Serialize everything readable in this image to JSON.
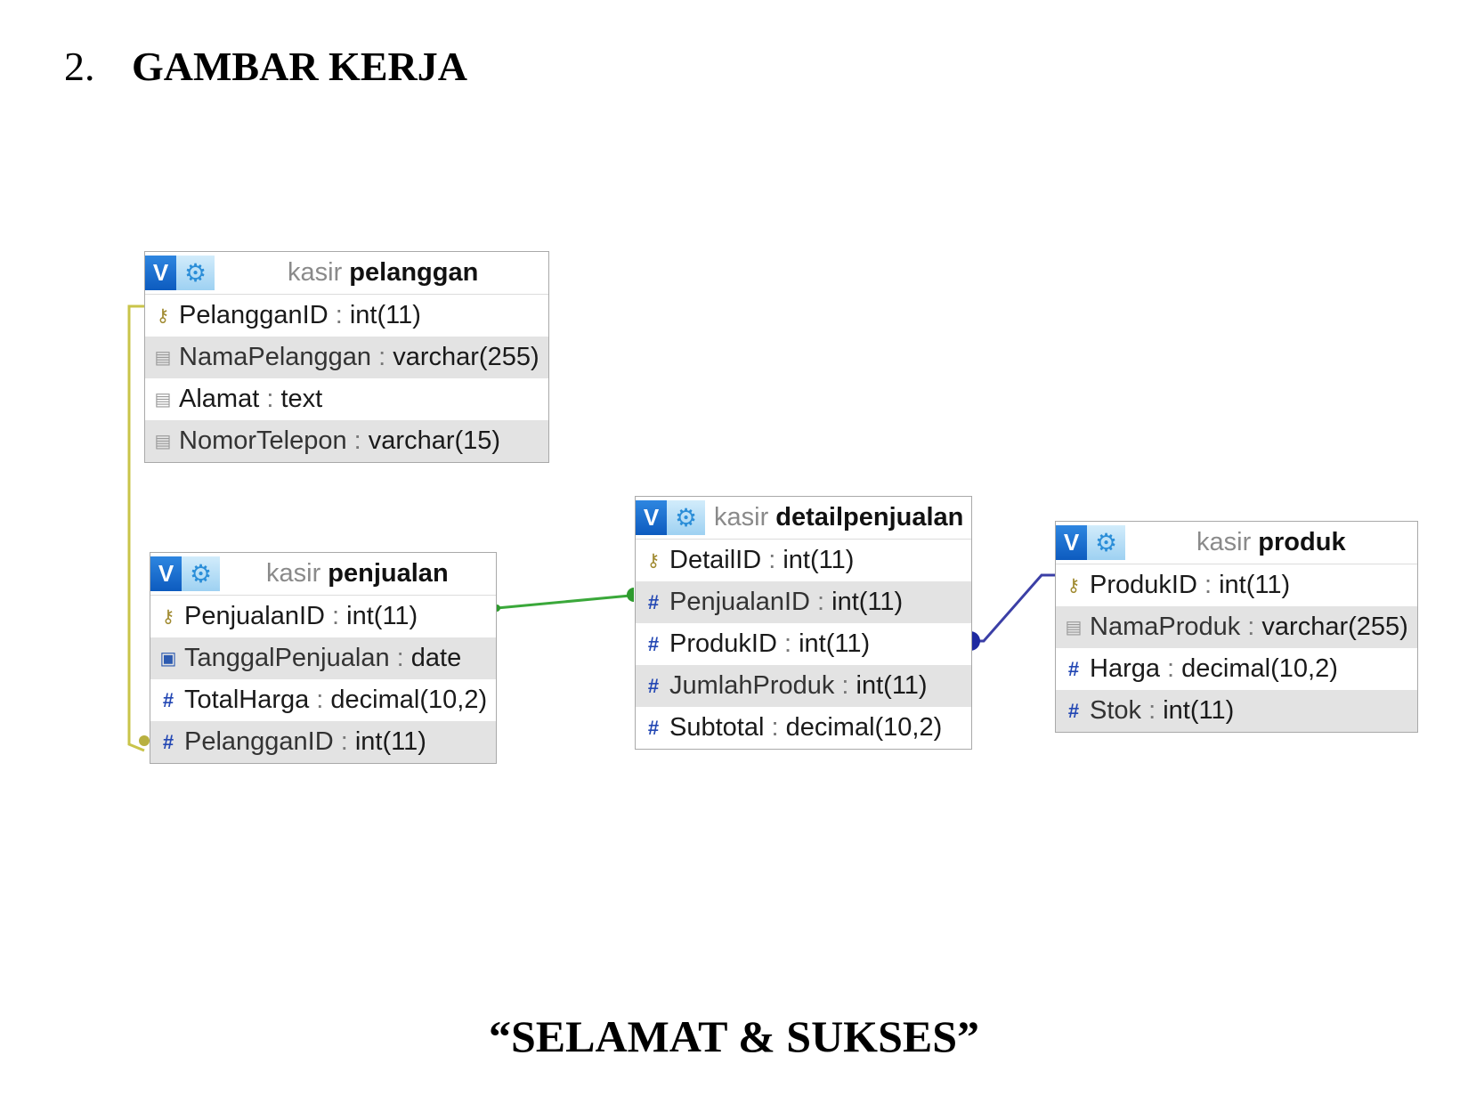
{
  "heading": {
    "number": "2.",
    "title": "GAMBAR KERJA"
  },
  "closing": "“SELAMAT & SUKSES”",
  "schema": "kasir",
  "header_icons": [
    "v-button",
    "gear-icon"
  ],
  "header_v": "V",
  "tables": {
    "pelanggan": {
      "name": "pelanggan",
      "columns": [
        {
          "name": "PelangganID",
          "type": "int(11)",
          "icon": "key-icon"
        },
        {
          "name": "NamaPelanggan",
          "type": "varchar(255)",
          "icon": "text-icon"
        },
        {
          "name": "Alamat",
          "type": "text",
          "icon": "text-icon"
        },
        {
          "name": "NomorTelepon",
          "type": "varchar(15)",
          "icon": "text-icon"
        }
      ]
    },
    "penjualan": {
      "name": "penjualan",
      "columns": [
        {
          "name": "PenjualanID",
          "type": "int(11)",
          "icon": "key-icon"
        },
        {
          "name": "TanggalPenjualan",
          "type": "date",
          "icon": "date-icon"
        },
        {
          "name": "TotalHarga",
          "type": "decimal(10,2)",
          "icon": "hash-icon"
        },
        {
          "name": "PelangganID",
          "type": "int(11)",
          "icon": "hash-icon"
        }
      ]
    },
    "detailpenjualan": {
      "name": "detailpenjualan",
      "columns": [
        {
          "name": "DetailID",
          "type": "int(11)",
          "icon": "key-icon"
        },
        {
          "name": "PenjualanID",
          "type": "int(11)",
          "icon": "hash-icon"
        },
        {
          "name": "ProdukID",
          "type": "int(11)",
          "icon": "hash-icon"
        },
        {
          "name": "JumlahProduk",
          "type": "int(11)",
          "icon": "hash-icon"
        },
        {
          "name": "Subtotal",
          "type": "decimal(10,2)",
          "icon": "hash-icon"
        }
      ]
    },
    "produk": {
      "name": "produk",
      "columns": [
        {
          "name": "ProdukID",
          "type": "int(11)",
          "icon": "key-icon"
        },
        {
          "name": "NamaProduk",
          "type": "varchar(255)",
          "icon": "text-icon"
        },
        {
          "name": "Harga",
          "type": "decimal(10,2)",
          "icon": "hash-icon"
        },
        {
          "name": "Stok",
          "type": "int(11)",
          "icon": "hash-icon"
        }
      ]
    }
  },
  "relations": [
    {
      "from": "penjualan.PelangganID",
      "to": "pelanggan.PelangganID",
      "color": "#c9c44a"
    },
    {
      "from": "detailpenjualan.PenjualanID",
      "to": "penjualan.PenjualanID",
      "color": "#3aa83a"
    },
    {
      "from": "detailpenjualan.ProdukID",
      "to": "produk.ProdukID",
      "color": "#3b3fa6"
    }
  ]
}
